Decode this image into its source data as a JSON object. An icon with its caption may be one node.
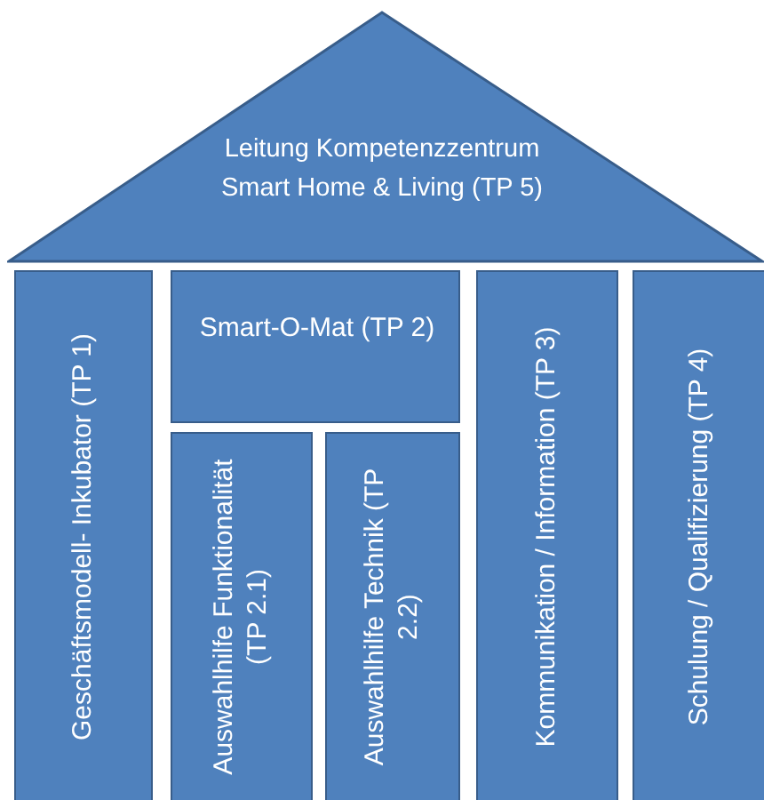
{
  "diagram": {
    "nodes": [
      {
        "text": [
          "Leitung Kompetenzzentrum Smart Home & Living (TP 5)"
        ]
      },
      {
        "text": [
          "Geschäftsmodell- Inkubator (TP 1)"
        ]
      },
      {
        "text": [
          "Smart-O-Mat (TP 2)"
        ]
      },
      {
        "text": [
          "Auswahlhilfe Funktionalität (TP 2.1)"
        ]
      },
      {
        "text": [
          "Auswahlhilfe Technik (TP 2.2)"
        ]
      },
      {
        "text": [
          "Kommunikation / Information (TP 3)"
        ]
      },
      {
        "text": [
          "Schulung / Qualifizierung (TP 4)"
        ]
      }
    ]
  }
}
